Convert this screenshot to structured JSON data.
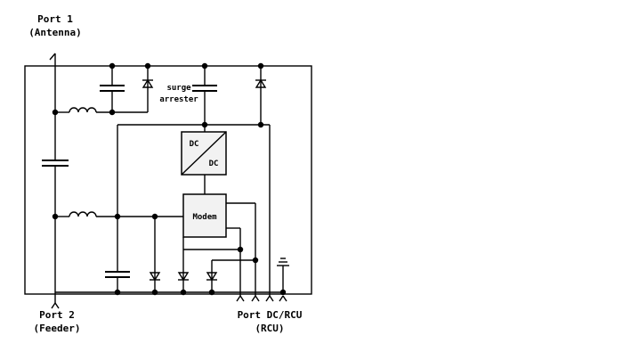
{
  "ports": {
    "port1_title": "Port 1",
    "port1_sub": "(Antenna)",
    "port2_title": "Port 2",
    "port2_sub": "(Feeder)",
    "port_dc_title": "Port DC/RCU",
    "port_dc_sub": "(RCU)"
  },
  "components": {
    "surge_line1": "surge",
    "surge_line2": "arrester",
    "dcdc_top": "DC",
    "dcdc_bottom": "DC",
    "modem": "Modem"
  },
  "colors": {
    "line": "#000000",
    "block_fill": "#f2f2f2"
  }
}
